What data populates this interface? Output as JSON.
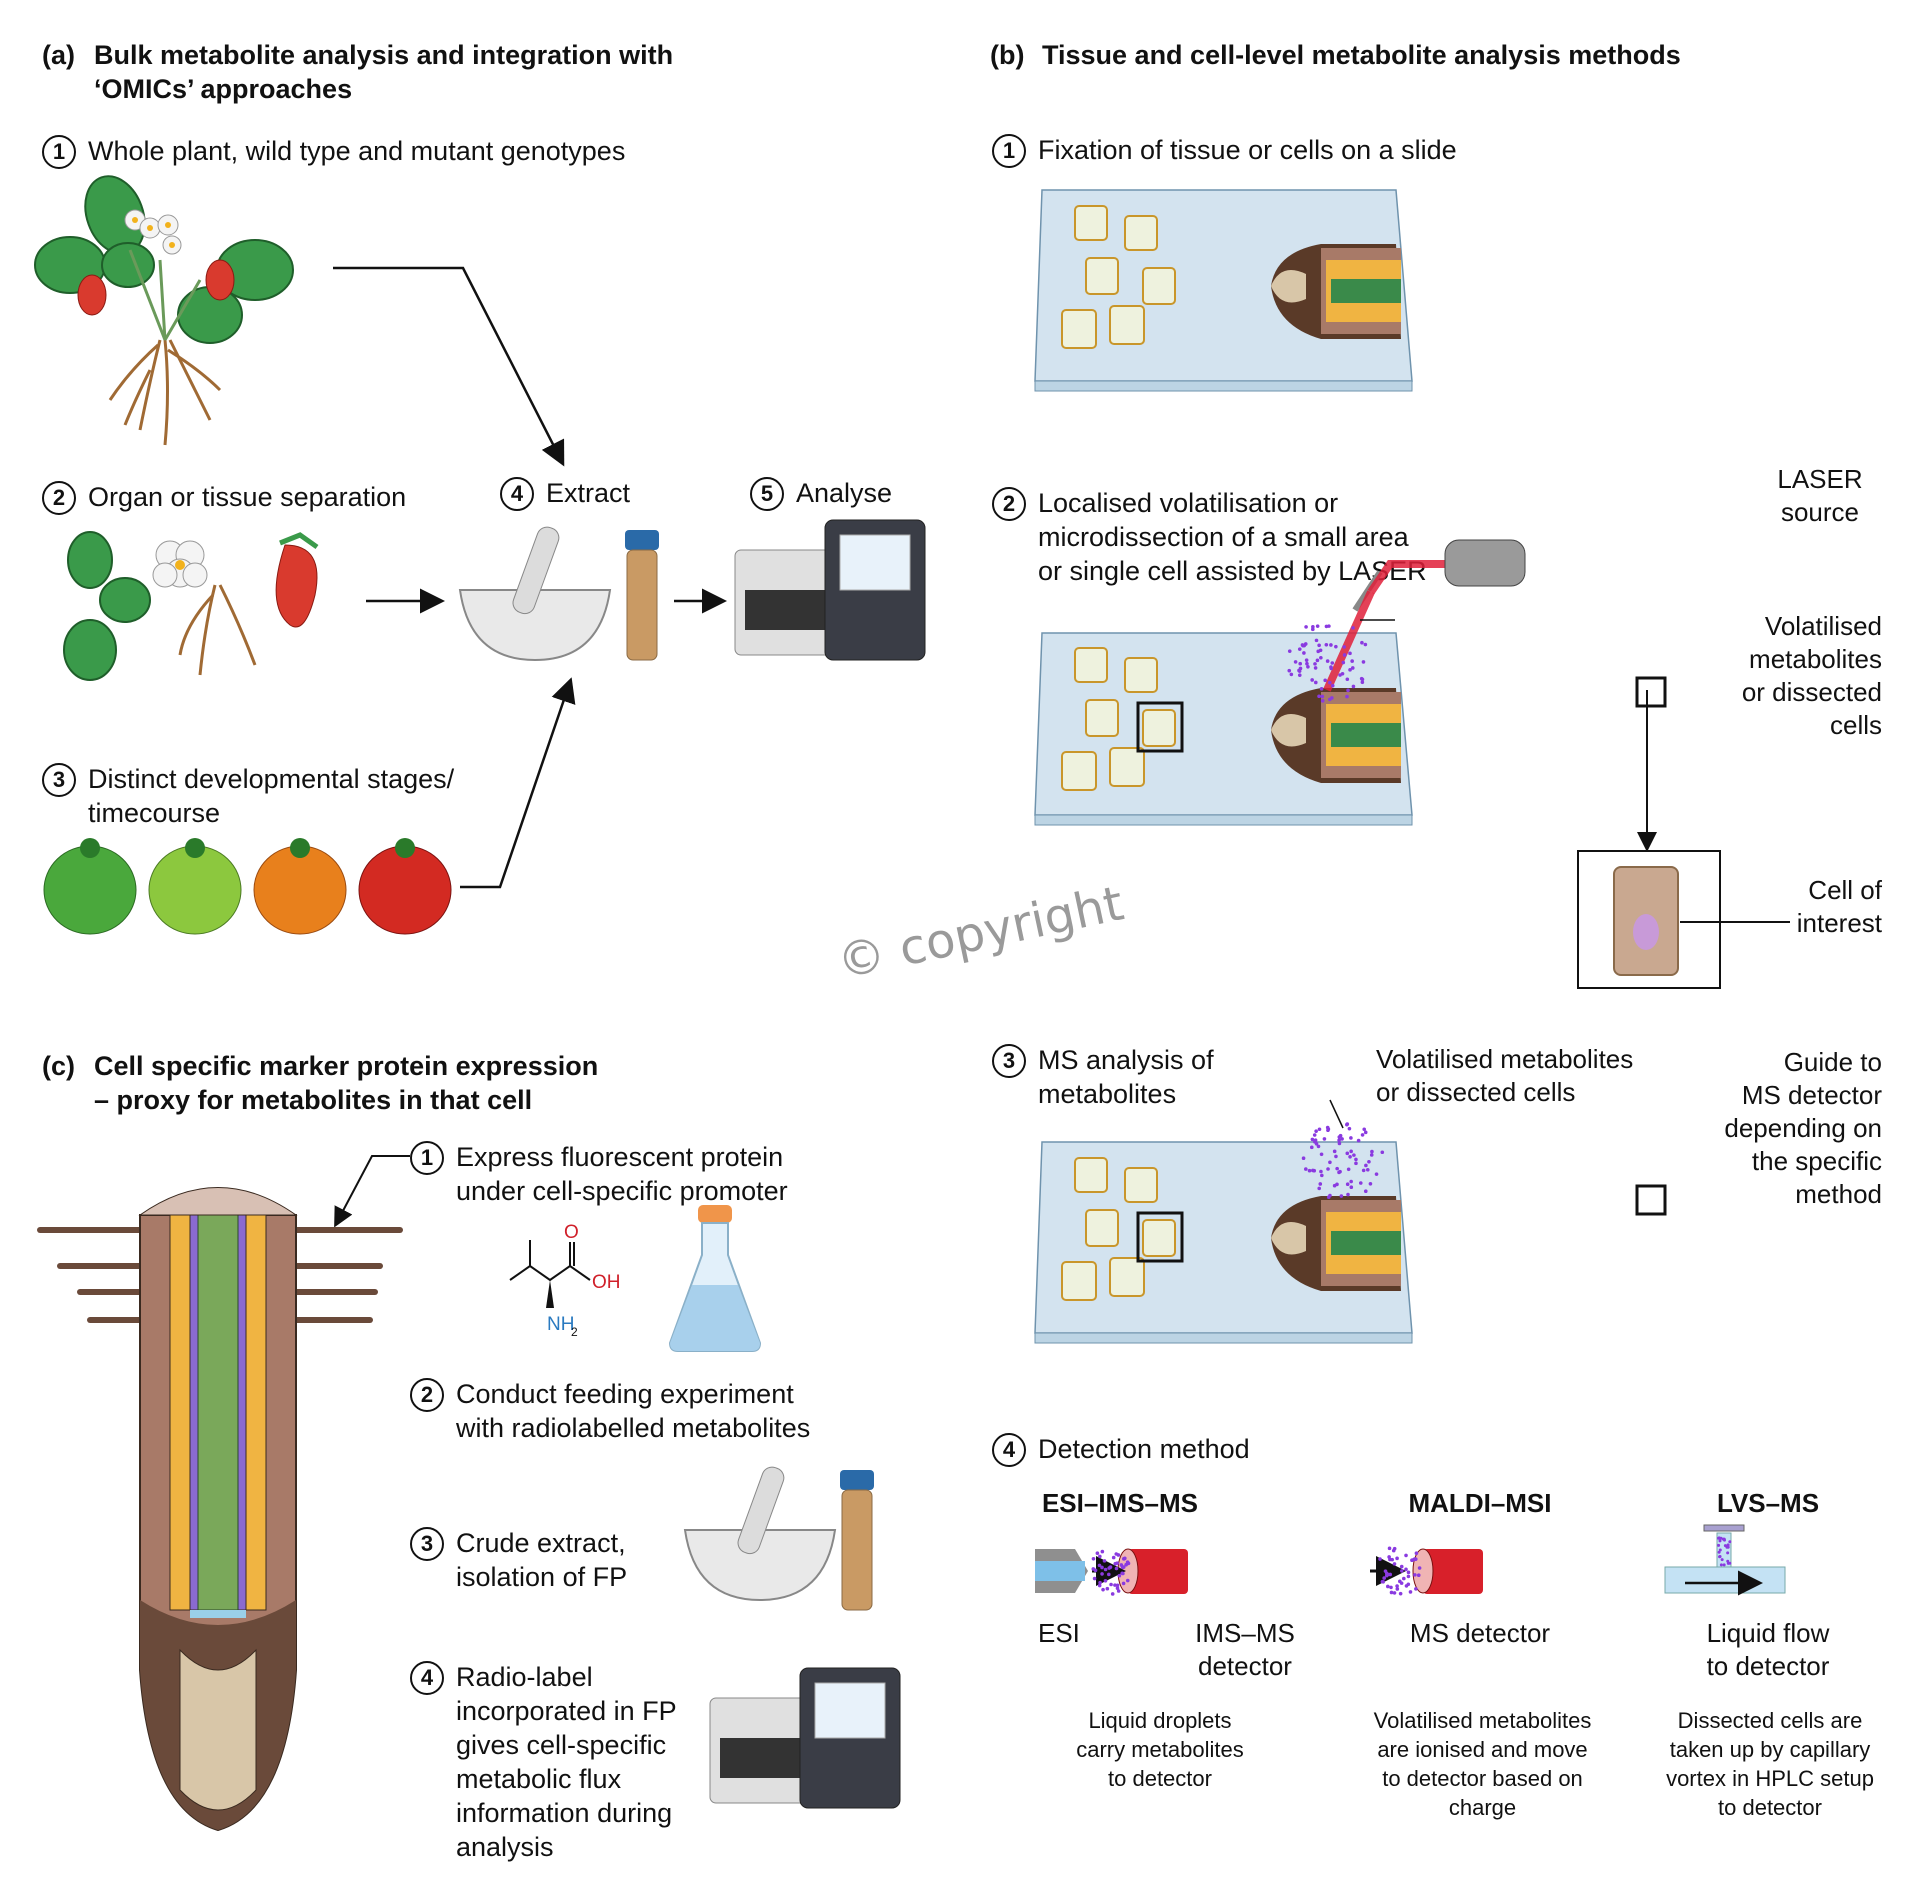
{
  "panel_a": {
    "label": "(a)",
    "title_line1": "Bulk metabolite analysis and integration with",
    "title_line2": "‘OMICs’ approaches",
    "steps": [
      {
        "num": "1",
        "text": "Whole plant, wild type and mutant genotypes"
      },
      {
        "num": "2",
        "text": "Organ or tissue separation"
      },
      {
        "num": "3",
        "line1": "Distinct developmental stages/",
        "line2": "timecourse"
      },
      {
        "num": "4",
        "text": "Extract"
      },
      {
        "num": "5",
        "text": "Analyse"
      }
    ],
    "colors": {
      "leaf": "#3a9a4a",
      "strawberry": "#d93a2e",
      "tomato_green": "#4aa83c",
      "tomato_lightgreen": "#8cc83e",
      "tomato_orange": "#e8801c",
      "tomato_red": "#d32a22"
    }
  },
  "panel_b": {
    "label": "(b)",
    "title": "Tissue and cell-level metabolite analysis methods",
    "steps": [
      {
        "num": "1",
        "text": "Fixation of tissue or cells on a slide"
      },
      {
        "num": "2",
        "line1": "Localised volatilisation or",
        "line2": "microdissection of a small area",
        "line3": "or single cell assisted by LASER"
      },
      {
        "num": "3",
        "line1": "MS analysis of",
        "line2": "metabolites"
      },
      {
        "num": "4",
        "text": "Detection method"
      }
    ],
    "laser_label": {
      "line1": "LASER",
      "line2": "source"
    },
    "volatilised_label": {
      "line1": "Volatilised",
      "line2": "metabolites",
      "line3": "or dissected",
      "line4": "cells"
    },
    "cell_of_interest": {
      "line1": "Cell of",
      "line2": "interest"
    },
    "volatilised_label_3": {
      "line1": "Volatilised metabolites",
      "line2": "or dissected cells"
    },
    "guide_label": {
      "line1": "Guide to",
      "line2": "MS detector",
      "line3": "depending on",
      "line4": "the specific",
      "line5": "method"
    },
    "methods": [
      {
        "name": "ESI–IMS–MS",
        "labels": [
          "ESI",
          "IMS–MS",
          "detector"
        ],
        "desc": [
          "Liquid droplets",
          "carry metabolites",
          "to detector"
        ]
      },
      {
        "name": "MALDI–MSI",
        "labels": [
          "MS detector"
        ],
        "desc": [
          "Volatilised metabolites",
          "are ionised and move",
          "to detector based on",
          "charge"
        ]
      },
      {
        "name": "LVS–MS",
        "labels": [
          "Liquid flow",
          "to detector"
        ],
        "desc": [
          "Dissected cells are",
          "taken up by capillary",
          "vortex in HPLC setup",
          "to detector"
        ]
      }
    ],
    "colors": {
      "slide": "#cfe0ec",
      "laser": "#e0203a",
      "particles": "#8a3ae0",
      "detector": "#d8202a"
    }
  },
  "panel_c": {
    "label": "(c)",
    "title_line1": "Cell specific marker protein expression",
    "title_line2": "– proxy for metabolites in that cell",
    "steps": [
      {
        "num": "1",
        "line1": "Express fluorescent protein",
        "line2": "under cell-specific promoter"
      },
      {
        "num": "2",
        "line1": "Conduct feeding experiment",
        "line2": "with radiolabelled metabolites"
      },
      {
        "num": "3",
        "line1": "Crude extract,",
        "line2": "isolation of FP"
      },
      {
        "num": "4",
        "lines": [
          "Radio-label",
          "incorporated in FP",
          "gives cell-specific",
          "metabolic flux",
          "information during",
          "analysis"
        ]
      }
    ],
    "molecule": {
      "o": "O",
      "oh": "OH",
      "nh2": "NH",
      "sub": "2"
    }
  },
  "watermark": "© copyright"
}
